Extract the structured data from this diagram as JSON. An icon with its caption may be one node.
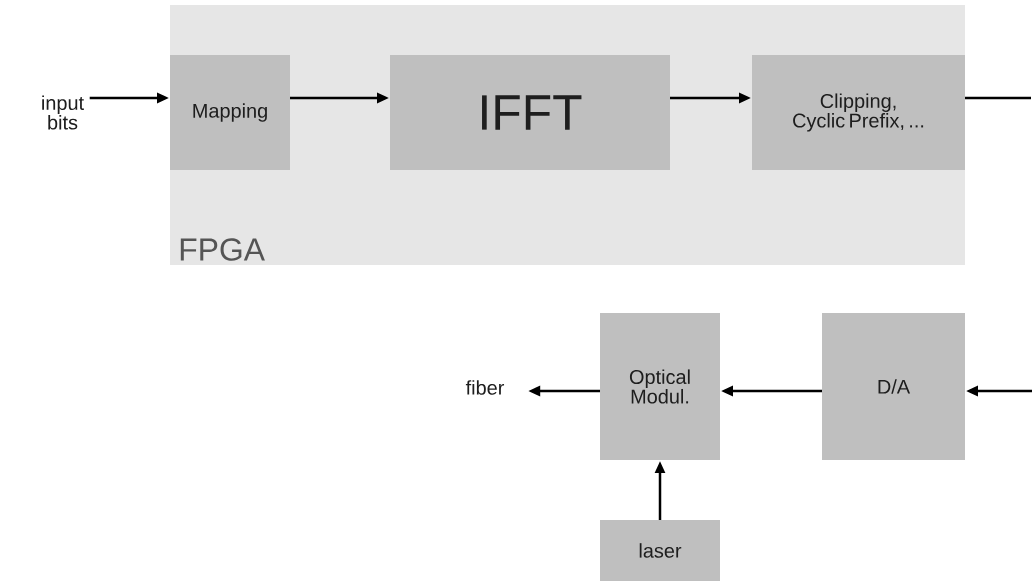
{
  "diagram": {
    "nodes": [
      {
        "text": [
          "FPGA"
        ]
      },
      {
        "text": [
          "input bits"
        ]
      },
      {
        "text": [
          "Mapping"
        ],
        "in": 0
      },
      {
        "text": [
          "IFFT"
        ],
        "in": 0
      },
      {
        "text": [
          "Clipping, Cyclic Prefix, ..."
        ],
        "in": 0
      },
      {
        "text": [
          "fiber"
        ]
      },
      {
        "text": [
          "Optical Modul."
        ]
      },
      {
        "text": [
          "D/A"
        ]
      },
      {
        "text": [
          "laser"
        ]
      }
    ],
    "edges": [
      {
        "from": 1,
        "to": 2,
        "arrow": "to"
      },
      {
        "from": 2,
        "to": 3,
        "arrow": "to"
      },
      {
        "from": 3,
        "to": 4,
        "arrow": "to"
      },
      {
        "from": 4,
        "to": null,
        "arrow": "none"
      },
      {
        "from": null,
        "to": 7,
        "arrow": "to"
      },
      {
        "from": 7,
        "to": 6,
        "arrow": "to"
      },
      {
        "from": 6,
        "to": 5,
        "arrow": "to"
      },
      {
        "from": 8,
        "to": 6,
        "arrow": "to"
      }
    ]
  }
}
